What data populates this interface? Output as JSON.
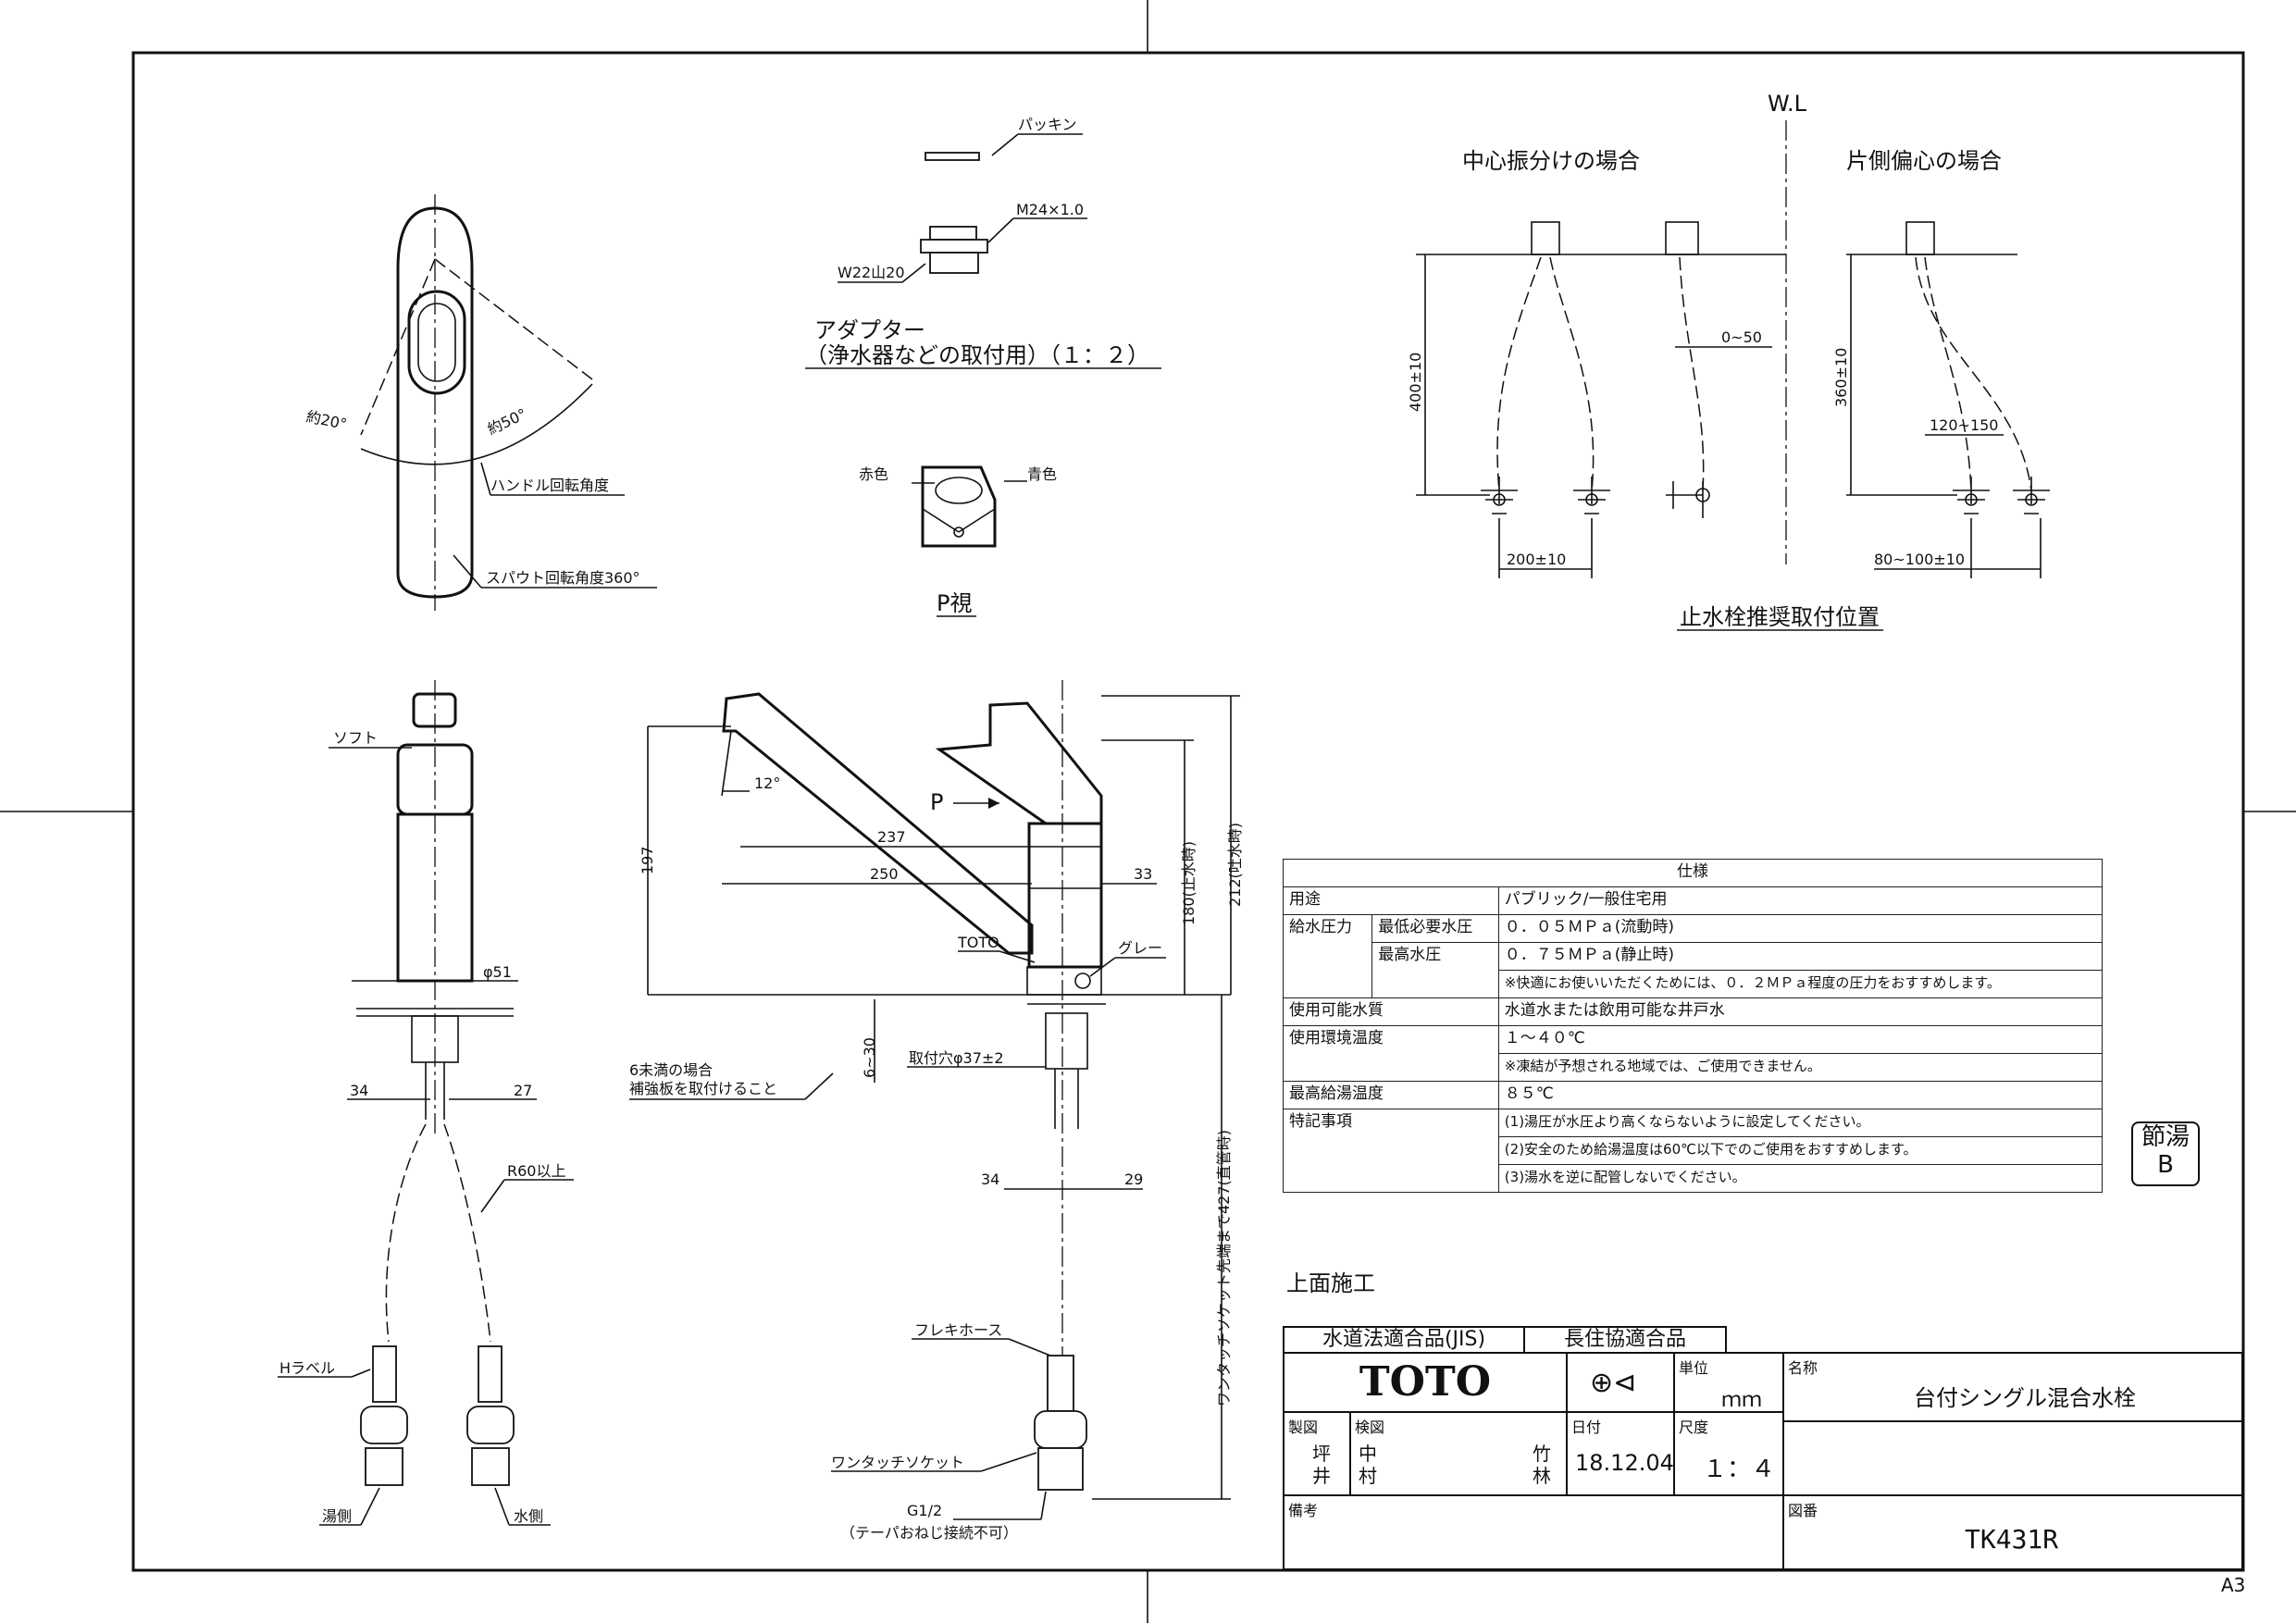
{
  "sheet_size": "A3",
  "views": {
    "top_view": {
      "handle_angle_left": "約20°",
      "handle_angle_right": "約50°",
      "handle_rotation_label": "ハンドル回転角度",
      "spout_rotation_label": "スパウト回転角度360°"
    },
    "adapter": {
      "packing_label": "パッキン",
      "thread_label": "M24×1.0",
      "w22_label": "W22山20",
      "title": "アダプター",
      "subtitle": "（浄水器などの取付用）（１：２）"
    },
    "p_view": {
      "red_label": "赤色",
      "blue_label": "青色",
      "title": "P視"
    },
    "valve_positions": {
      "wl_label": "W.L",
      "center_title": "中心振分けの場合",
      "offset_title": "片側偏心の場合",
      "dim_400": "400±10",
      "dim_0_50": "0~50",
      "dim_200": "200±10",
      "dim_360": "360±10",
      "dim_120_150": "120~150",
      "dim_80_100": "80~100±10",
      "caption": "止水栓推奨取付位置"
    },
    "side_view": {
      "soft_label": "ソフト",
      "dia_51": "φ51",
      "dim_34": "34",
      "dim_27": "27",
      "r60_label": "R60以上",
      "h_label": "Hラベル",
      "hot_side": "湯側",
      "cold_side": "水側"
    },
    "front_view": {
      "dim_12deg": "12°",
      "p_arrow": "P",
      "dim_197": "197",
      "dim_237": "237",
      "dim_250": "250",
      "dim_33": "33",
      "dim_180": "180(止水時)",
      "dim_212": "212(吐水時)",
      "toto_label": "TOTO",
      "gray_label": "グレー",
      "reinforce_note_1": "6未満の場合",
      "reinforce_note_2": "補強板を取付けること",
      "dim_6_30": "6~30",
      "hole_label": "取付穴φ37±2",
      "dim_34": "34",
      "dim_29": "29",
      "hose_length": "ワンタッチソケット先端まで427(直管時)",
      "flex_hose": "フレキホース",
      "one_touch": "ワンタッチソケット",
      "g_thread": "G1/2",
      "g_note": "（テーパおねじ接続不可）"
    }
  },
  "spec": {
    "title": "仕様",
    "rows": {
      "usage_label": "用途",
      "usage_value": "パブリック/一般住宅用",
      "pressure_label": "給水圧力",
      "min_label": "最低必要水圧",
      "min_value": "０．０５ＭＰａ(流動時)",
      "max_label": "最高水圧",
      "max_value": "０．７５ＭＰａ(静止時)",
      "pressure_note": "※快適にお使いいただくためには、０．２ＭＰａ程度の圧力をおすすめします。",
      "water_label": "使用可能水質",
      "water_value": "水道水または飲用可能な井戸水",
      "temp_label": "使用環境温度",
      "temp_value": "１～４０℃",
      "temp_note": "※凍結が予想される地域では、ご使用できません。",
      "hot_label": "最高給湯温度",
      "hot_value": "８５℃",
      "special_label": "特記事項",
      "special_1": "(1)湯圧が水圧より高くならないように設定してください。",
      "special_2": "(2)安全のため給湯温度は60℃以下でのご使用をおすすめします。",
      "special_3": "(3)湯水を逆に配管しないでください。"
    }
  },
  "badge": {
    "line1": "節湯",
    "line2": "B"
  },
  "install_note": "上面施工",
  "title_block": {
    "jis_label": "水道法適合品(JIS)",
    "bl_label": "長住協適合品",
    "brand": "TOTO",
    "unit_label": "単位",
    "unit_value": "ｍｍ",
    "name_label": "名称",
    "name_value": "台付シングル混合水栓",
    "drawn_label": "製図",
    "drawn_value_1": "坪",
    "drawn_value_2": "井",
    "checked_label": "検図",
    "checked_value_1": "中",
    "checked_value_2": "村",
    "approved_value_1": "竹",
    "approved_value_2": "林",
    "date_label": "日付",
    "date_value": "18.12.04",
    "scale_label": "尺度",
    "scale_value": "１：４",
    "remarks_label": "備考",
    "drawing_no_label": "図番",
    "drawing_no_value": "TK431R"
  }
}
